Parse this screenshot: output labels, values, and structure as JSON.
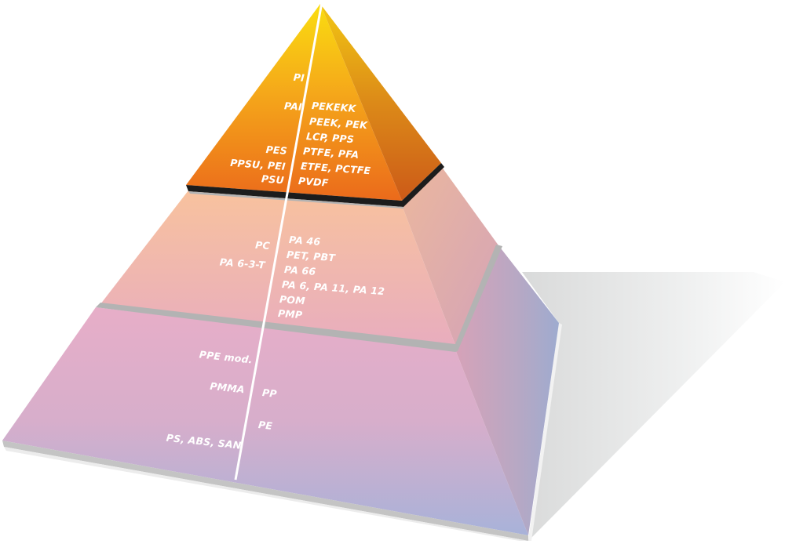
{
  "diagram": {
    "type": "pyramid",
    "colors": {
      "top_tier": [
        "#f9d90f",
        "#f07a1a",
        "#e8651b"
      ],
      "middle_tier": [
        "#f8c19d",
        "#e9afbd"
      ],
      "bottom_tier": [
        "#e6aec8",
        "#a6b2d9"
      ],
      "separator_top": "#1a1a1a",
      "separator_lower": "#b3b3b3",
      "shadow": "#dcdddd",
      "text": "#ffffff"
    },
    "tiers": [
      {
        "name": "top",
        "left_labels": [
          "PI",
          "PAI",
          "PES",
          "PPSU, PEI",
          "PSU"
        ],
        "right_labels": [
          "PEKEKK",
          "PEEK, PEK",
          "LCP, PPS",
          "PTFE, PFA",
          "ETFE, PCTFE",
          "PVDF"
        ]
      },
      {
        "name": "middle",
        "left_labels": [
          "PC",
          "PA 6-3-T"
        ],
        "right_labels": [
          "PA 46",
          "PET, PBT",
          "PA 66",
          "PA 6, PA 11, PA 12",
          "POM",
          "PMP"
        ]
      },
      {
        "name": "bottom",
        "left_labels": [
          "PPE mod.",
          "PMMA",
          "PS, ABS, SAN"
        ],
        "right_labels": [
          "PP",
          "PE"
        ]
      }
    ]
  }
}
